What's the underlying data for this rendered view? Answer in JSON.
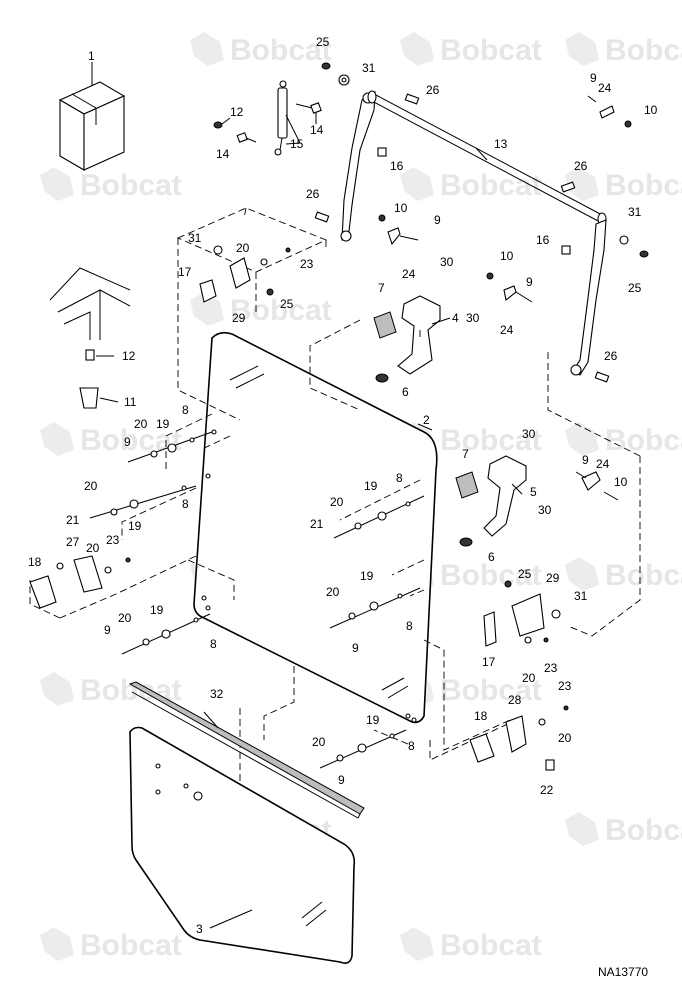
{
  "figure_code": "NA13770",
  "watermark_text": "Bobcat",
  "callouts": [
    {
      "id": "c1",
      "text": "1"
    },
    {
      "id": "c2",
      "text": "2"
    },
    {
      "id": "c3",
      "text": "3"
    },
    {
      "id": "c4",
      "text": "4"
    },
    {
      "id": "c5",
      "text": "5"
    },
    {
      "id": "c6a",
      "text": "6"
    },
    {
      "id": "c6b",
      "text": "6"
    },
    {
      "id": "c7a",
      "text": "7"
    },
    {
      "id": "c7b",
      "text": "7"
    },
    {
      "id": "c8a",
      "text": "8"
    },
    {
      "id": "c8b",
      "text": "8"
    },
    {
      "id": "c8c",
      "text": "8"
    },
    {
      "id": "c8d",
      "text": "8"
    },
    {
      "id": "c8e",
      "text": "8"
    },
    {
      "id": "c8f",
      "text": "8"
    },
    {
      "id": "c9a",
      "text": "9"
    },
    {
      "id": "c9b",
      "text": "9"
    },
    {
      "id": "c9c",
      "text": "9"
    },
    {
      "id": "c9d",
      "text": "9"
    },
    {
      "id": "c9e",
      "text": "9"
    },
    {
      "id": "c9f",
      "text": "9"
    },
    {
      "id": "c9g",
      "text": "9"
    },
    {
      "id": "c9h",
      "text": "9"
    },
    {
      "id": "c10a",
      "text": "10"
    },
    {
      "id": "c10b",
      "text": "10"
    },
    {
      "id": "c10c",
      "text": "10"
    },
    {
      "id": "c10d",
      "text": "10"
    },
    {
      "id": "c11",
      "text": "11"
    },
    {
      "id": "c12a",
      "text": "12"
    },
    {
      "id": "c12b",
      "text": "12"
    },
    {
      "id": "c13",
      "text": "13"
    },
    {
      "id": "c14a",
      "text": "14"
    },
    {
      "id": "c14b",
      "text": "14"
    },
    {
      "id": "c15",
      "text": "15"
    },
    {
      "id": "c16a",
      "text": "16"
    },
    {
      "id": "c16b",
      "text": "16"
    },
    {
      "id": "c17a",
      "text": "17"
    },
    {
      "id": "c17b",
      "text": "17"
    },
    {
      "id": "c18a",
      "text": "18"
    },
    {
      "id": "c18b",
      "text": "18"
    },
    {
      "id": "c19a",
      "text": "19"
    },
    {
      "id": "c19b",
      "text": "19"
    },
    {
      "id": "c19c",
      "text": "19"
    },
    {
      "id": "c19d",
      "text": "19"
    },
    {
      "id": "c19e",
      "text": "19"
    },
    {
      "id": "c19f",
      "text": "19"
    },
    {
      "id": "c20a",
      "text": "20"
    },
    {
      "id": "c20b",
      "text": "20"
    },
    {
      "id": "c20c",
      "text": "20"
    },
    {
      "id": "c20d",
      "text": "20"
    },
    {
      "id": "c20e",
      "text": "20"
    },
    {
      "id": "c20f",
      "text": "20"
    },
    {
      "id": "c20g",
      "text": "20"
    },
    {
      "id": "c20h",
      "text": "20"
    },
    {
      "id": "c20i",
      "text": "20"
    },
    {
      "id": "c20j",
      "text": "20"
    },
    {
      "id": "c20k",
      "text": "20"
    },
    {
      "id": "c21a",
      "text": "21"
    },
    {
      "id": "c21b",
      "text": "21"
    },
    {
      "id": "c22",
      "text": "22"
    },
    {
      "id": "c23a",
      "text": "23"
    },
    {
      "id": "c23b",
      "text": "23"
    },
    {
      "id": "c23c",
      "text": "23"
    },
    {
      "id": "c23d",
      "text": "23"
    },
    {
      "id": "c24a",
      "text": "24"
    },
    {
      "id": "c24b",
      "text": "24"
    },
    {
      "id": "c24c",
      "text": "24"
    },
    {
      "id": "c24d",
      "text": "24"
    },
    {
      "id": "c25a",
      "text": "25"
    },
    {
      "id": "c25b",
      "text": "25"
    },
    {
      "id": "c25c",
      "text": "25"
    },
    {
      "id": "c25d",
      "text": "25"
    },
    {
      "id": "c26a",
      "text": "26"
    },
    {
      "id": "c26b",
      "text": "26"
    },
    {
      "id": "c26c",
      "text": "26"
    },
    {
      "id": "c26d",
      "text": "26"
    },
    {
      "id": "c27",
      "text": "27"
    },
    {
      "id": "c28",
      "text": "28"
    },
    {
      "id": "c29a",
      "text": "29"
    },
    {
      "id": "c29b",
      "text": "29"
    },
    {
      "id": "c30a",
      "text": "30"
    },
    {
      "id": "c30b",
      "text": "30"
    },
    {
      "id": "c30c",
      "text": "30"
    },
    {
      "id": "c30d",
      "text": "30"
    },
    {
      "id": "c31a",
      "text": "31"
    },
    {
      "id": "c31b",
      "text": "31"
    },
    {
      "id": "c31c",
      "text": "31"
    },
    {
      "id": "c31d",
      "text": "31"
    },
    {
      "id": "c32",
      "text": "32"
    }
  ]
}
